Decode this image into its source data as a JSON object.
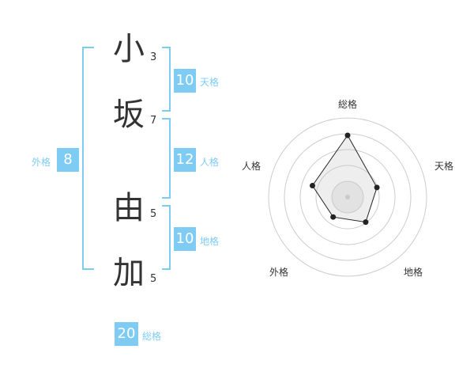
{
  "name_chars": [
    {
      "char": "小",
      "strokes": "3"
    },
    {
      "char": "坂",
      "strokes": "7"
    },
    {
      "char": "由",
      "strokes": "5"
    },
    {
      "char": "加",
      "strokes": "5"
    }
  ],
  "groups": {
    "tenkaku": {
      "value": "10",
      "label": "天格"
    },
    "jinkaku": {
      "value": "12",
      "label": "人格"
    },
    "chikaku": {
      "value": "10",
      "label": "地格"
    },
    "gaikaku": {
      "value": "8",
      "label": "外格"
    },
    "soukaku": {
      "value": "20",
      "label": "総格"
    }
  },
  "colors": {
    "accent": "#7ecbf4",
    "text": "#333333"
  },
  "chart_data": {
    "type": "radar",
    "axes": [
      "総格",
      "天格",
      "地格",
      "外格",
      "人格"
    ],
    "values": [
      20,
      10,
      10,
      8,
      12
    ]
  }
}
